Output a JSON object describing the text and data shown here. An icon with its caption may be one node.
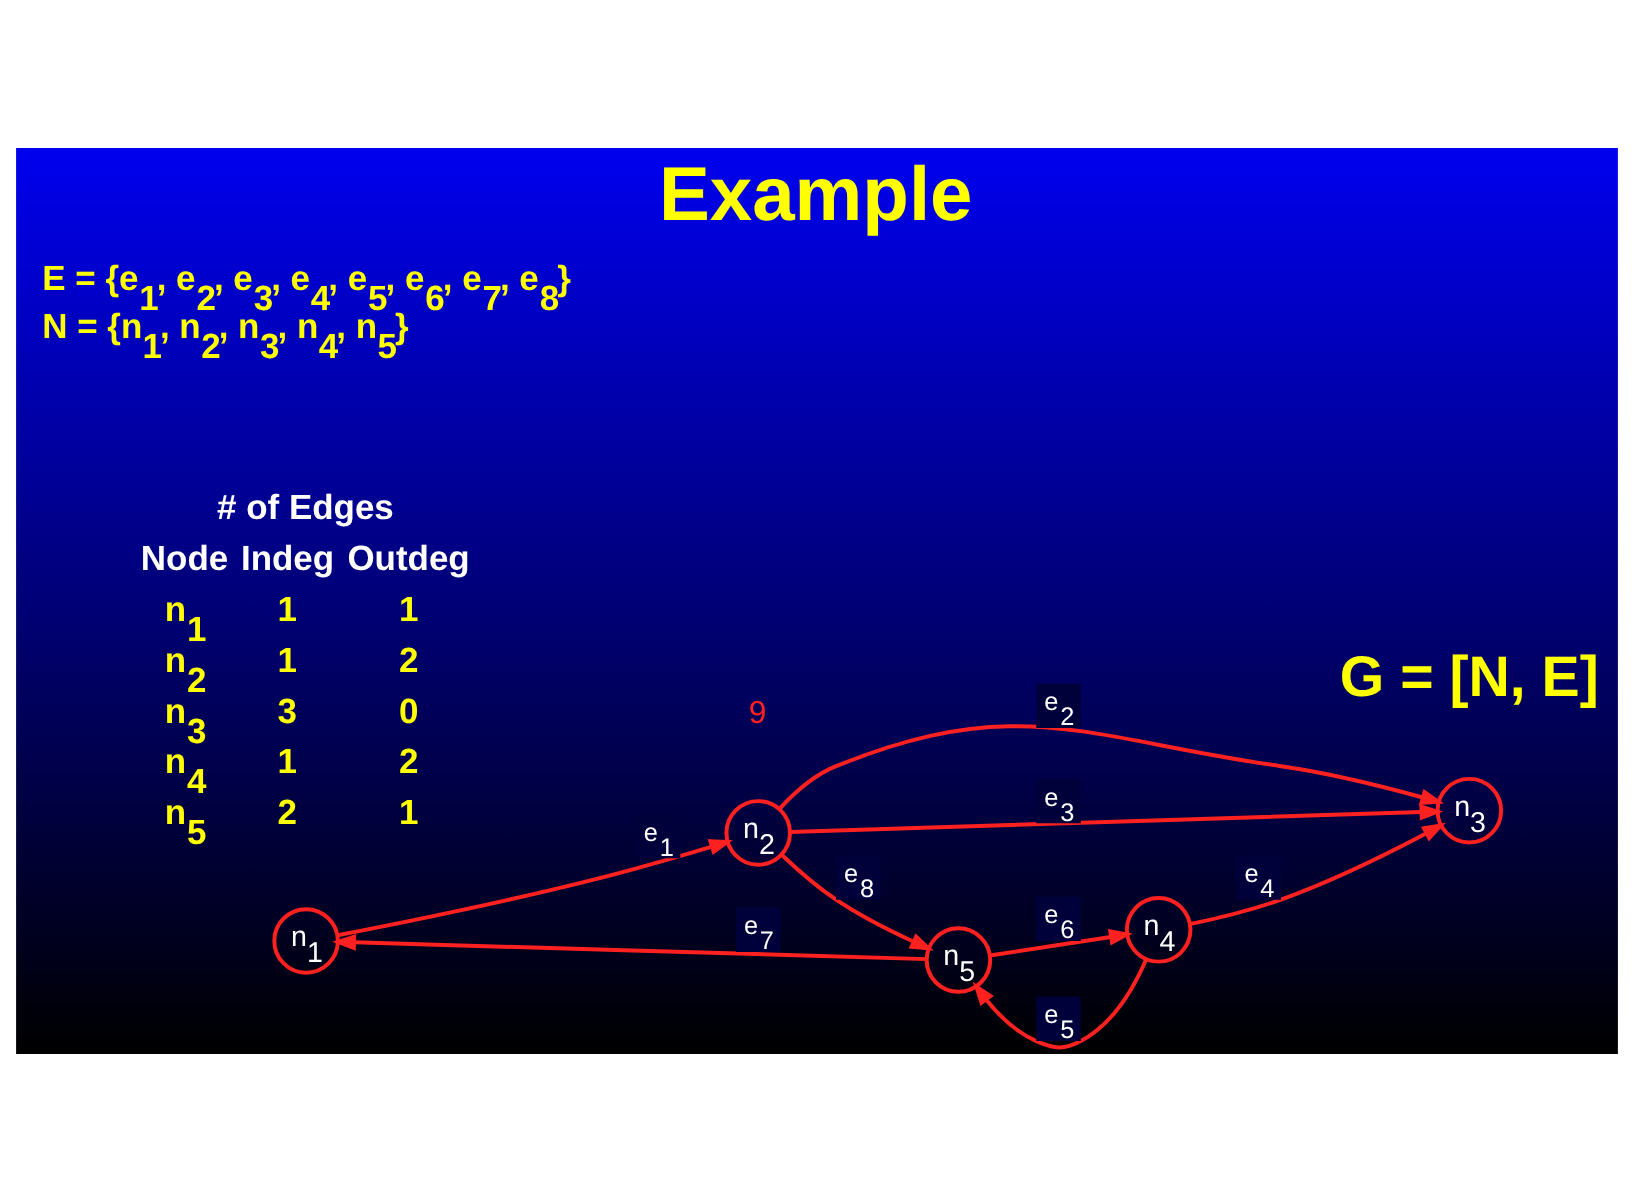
{
  "diagram": {
    "title": "Example",
    "nodes": [
      {
        "text": [
          "n$_{1}$"
        ]
      },
      {
        "text": [
          "n$_{2}$"
        ]
      },
      {
        "text": [
          "n$_{5}$"
        ]
      },
      {
        "text": [
          "n$_{4}$"
        ]
      },
      {
        "text": [
          "n$_{3}$"
        ]
      }
    ],
    "edges": [
      {
        "from": 0,
        "to": 1,
        "arrow": "to",
        "label": "e$_{1}$"
      },
      {
        "from": 1,
        "to": 4,
        "arrow": "to",
        "label": "e$_{2}$"
      },
      {
        "from": 1,
        "to": 4,
        "arrow": "to",
        "label": "e$_{3}$"
      },
      {
        "from": 3,
        "to": 4,
        "arrow": "to",
        "label": "e$_{4}$"
      },
      {
        "from": 3,
        "to": 2,
        "arrow": "to",
        "label": "e$_{5}$"
      },
      {
        "from": 2,
        "to": 3,
        "arrow": "to",
        "label": "e$_{6}$"
      },
      {
        "from": 2,
        "to": 0,
        "arrow": "to",
        "label": "e$_{7}$"
      },
      {
        "from": 1,
        "to": 2,
        "arrow": "to",
        "label": "e$_{8}$"
      }
    ],
    "labels": [
      "9",
      "E = {e$_{1}$, e$_{2}$, e$_{3}$, e$_{4}$, e$_{5}$, e$_{6}$, e$_{7}$, e$_{8}$}",
      "N = {n$_{1}$, n$_{2}$, n$_{3}$, n$_{4}$, n$_{5}$}",
      "# of Edges",
      "Node",
      "Indeg",
      "Outdeg",
      "n$_{1}$",
      "1",
      "1",
      "n$_{2}$",
      "1",
      "2",
      "n$_{3}$",
      "3",
      "0",
      "n$_{4}$",
      "1",
      "2",
      "n$_{5}$",
      "2",
      "1",
      "G = [N, E]"
    ]
  }
}
